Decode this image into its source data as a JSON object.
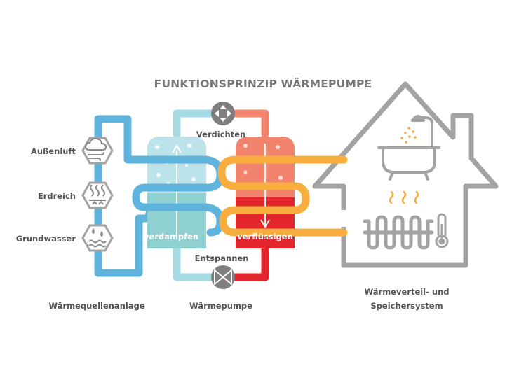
{
  "title": "FUNKTIONSPRINZIP WÄRMEPUMPE",
  "sources": [
    {
      "label": "Außenluft",
      "icon": "cloud-wind-icon"
    },
    {
      "label": "Erdreich",
      "icon": "ground-heat-icon"
    },
    {
      "label": "Grundwasser",
      "icon": "water-drops-icon"
    }
  ],
  "components": {
    "compressor_label": "Verdichten",
    "expansion_label": "Entspannen",
    "evaporator_label": "verdampfen",
    "condenser_label": "verflüssigen"
  },
  "captions": {
    "source_system": "Wärmequellenanlage",
    "heat_pump": "Wärmepumpe",
    "distribution_line1": "Wärmeverteil- und",
    "distribution_line2": "Speichersystem"
  },
  "house_icons": [
    "bathtub-shower-icon",
    "radiator-heating-icon",
    "thermometer-icon"
  ],
  "colors": {
    "cold_loop": "#5fb4de",
    "cold_light": "#a6dae3",
    "warm_orange": "#f7ae3e",
    "hot_salmon": "#f2846e",
    "hot_red": "#e3262b",
    "house_gray": "#a3a3a3",
    "text_gray": "#555555"
  }
}
